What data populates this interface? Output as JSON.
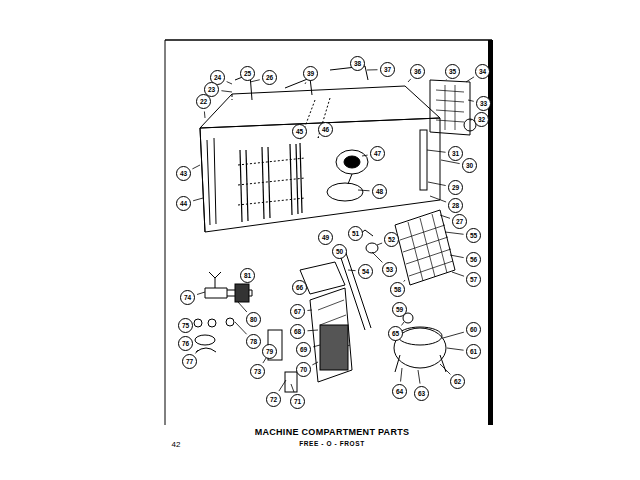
{
  "diagram": {
    "title": "MACHINE COMPARTMENT PARTS",
    "caption": "FREE - O - FROST",
    "labels": [
      "42",
      "24",
      "23",
      "22",
      "25",
      "26",
      "39",
      "38",
      "37",
      "36",
      "35",
      "34",
      "33",
      "32",
      "31",
      "30",
      "29",
      "28",
      "27",
      "43",
      "44",
      "45",
      "46",
      "47",
      "48",
      "49",
      "50",
      "51",
      "52",
      "53",
      "54",
      "55",
      "56",
      "57",
      "58",
      "59",
      "60",
      "61",
      "62",
      "63",
      "64",
      "65",
      "66",
      "67",
      "68",
      "69",
      "70",
      "71",
      "72",
      "73",
      "74",
      "75",
      "76",
      "77",
      "78",
      "79",
      "80",
      "81"
    ]
  }
}
